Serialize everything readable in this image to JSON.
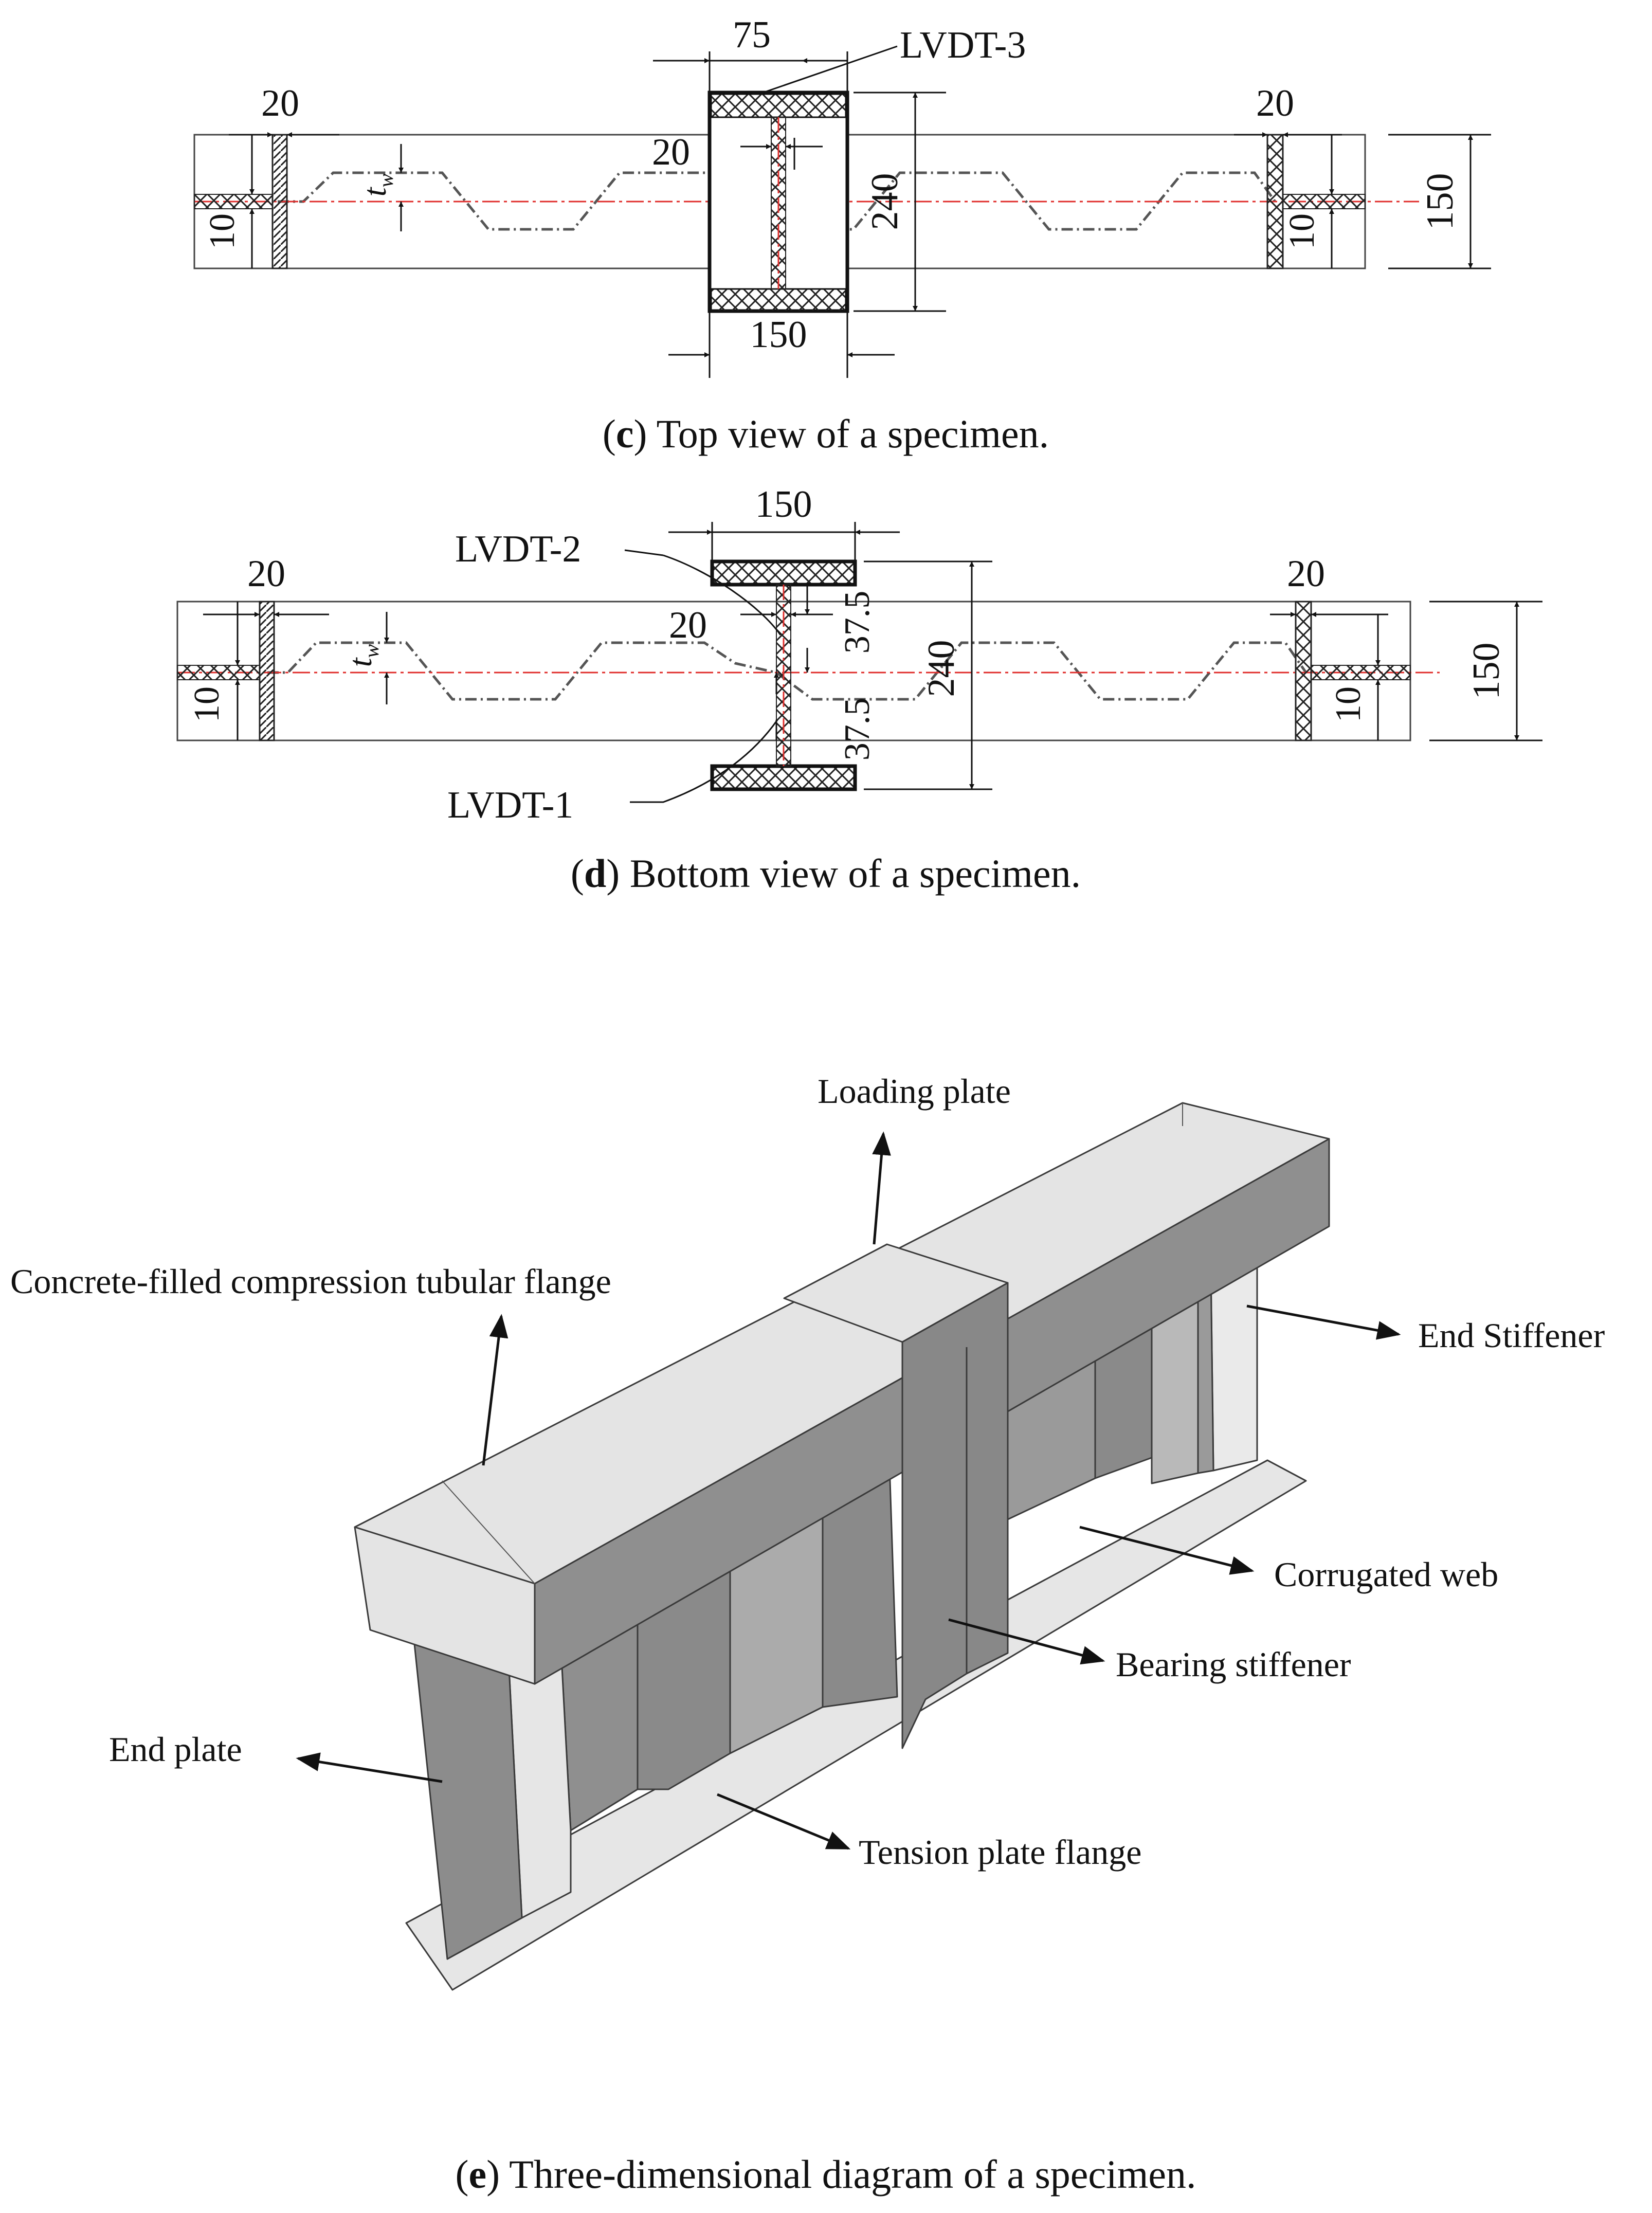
{
  "panel_c": {
    "caption_prefix": "(",
    "caption_letter": "c",
    "caption_text": ") Top view of a specimen.",
    "dim_flange_width": "75",
    "lvdt": "LVDT-3",
    "dim_end_left": "20",
    "dim_end_right": "20",
    "dim_tw": "t",
    "dim_tw_sub": "w",
    "dim_bearing": "20",
    "dim_depth": "240",
    "dim_plate_width": "150",
    "dim_height": "150",
    "dim_left_small": "10",
    "dim_right_small": "10"
  },
  "panel_d": {
    "caption_prefix": "(",
    "caption_letter": "d",
    "caption_text": ") Bottom view of a specimen.",
    "dim_plate_width": "150",
    "lvdt2": "LVDT-2",
    "lvdt1": "LVDT-1",
    "dim_end_left": "20",
    "dim_end_right": "20",
    "dim_tw": "t",
    "dim_tw_sub": "w",
    "dim_bearing": "20",
    "dim_offset_top": "37.5",
    "dim_offset_bottom": "37.5",
    "dim_depth": "240",
    "dim_height": "150",
    "dim_left_small": "10",
    "dim_right_small": "10"
  },
  "panel_e": {
    "caption_prefix": "(",
    "caption_letter": "e",
    "caption_text": ") Three-dimensional diagram of a specimen.",
    "labels": {
      "loading_plate": "Loading plate",
      "compression_flange": "Concrete-filled compression tubular flange",
      "end_stiffener": "End Stiffener",
      "corrugated_web": "Corrugated web",
      "bearing_stiffener": "Bearing stiffener",
      "end_plate": "End plate",
      "tension_flange": "Tension plate flange"
    }
  },
  "colors": {
    "centerline": "#e0302e",
    "dark_face": "#8c8c8c",
    "mid_face": "#a9a9a9",
    "light_face": "#e4e4e4"
  }
}
